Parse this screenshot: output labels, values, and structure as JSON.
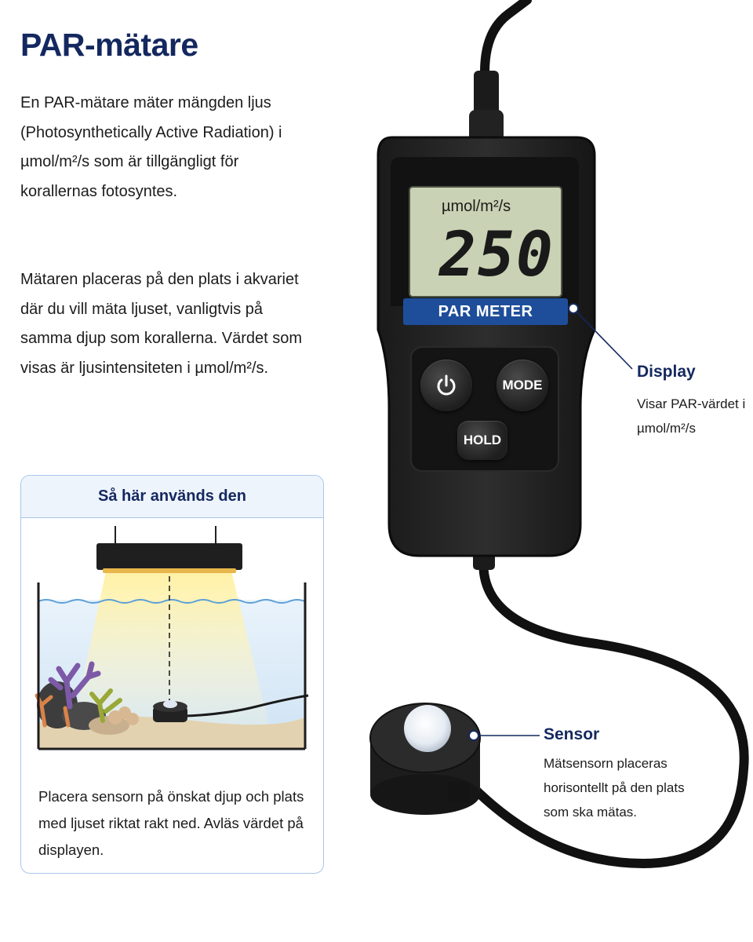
{
  "title": "PAR-mätare",
  "intro": {
    "paragraph1": "En PAR-mätare mäter mängden ljus (Photosynthetically Active Radiation) i µmol/m²/s som är tillgängligt för korallernas fotosyntes.",
    "paragraph2": "Mätaren placeras på den plats i akvariet där du vill mäta ljuset, vanligtvis på samma djup som korallerna. Värdet som visas är ljusintensiteten i µmol/m²/s."
  },
  "usage_card": {
    "heading": "Så här används den",
    "caption": "Placera sensorn på önskat djup och plats med ljuset riktat rakt ned. Avläs värdet på displayen."
  },
  "meter": {
    "unit": "µmol/m²/s",
    "reading": "250",
    "brand_label": "PAR METER",
    "buttons": {
      "power_icon": "power-icon",
      "mode_label": "MODE",
      "hold_label": "HOLD"
    }
  },
  "callouts": {
    "display": {
      "title": "Display",
      "description": "Visar PAR-värdet i µmol/m²/s"
    },
    "sensor": {
      "title": "Sensor",
      "description": "Mätsensorn placeras horisontellt på den plats som ska mätas."
    }
  },
  "colors": {
    "heading_navy": "#14285f",
    "meter_band_blue": "#1e4e9a",
    "lcd_green": "#c9d2b4",
    "card_border": "#a9c5ea",
    "light_beam": "#fff3a8"
  }
}
